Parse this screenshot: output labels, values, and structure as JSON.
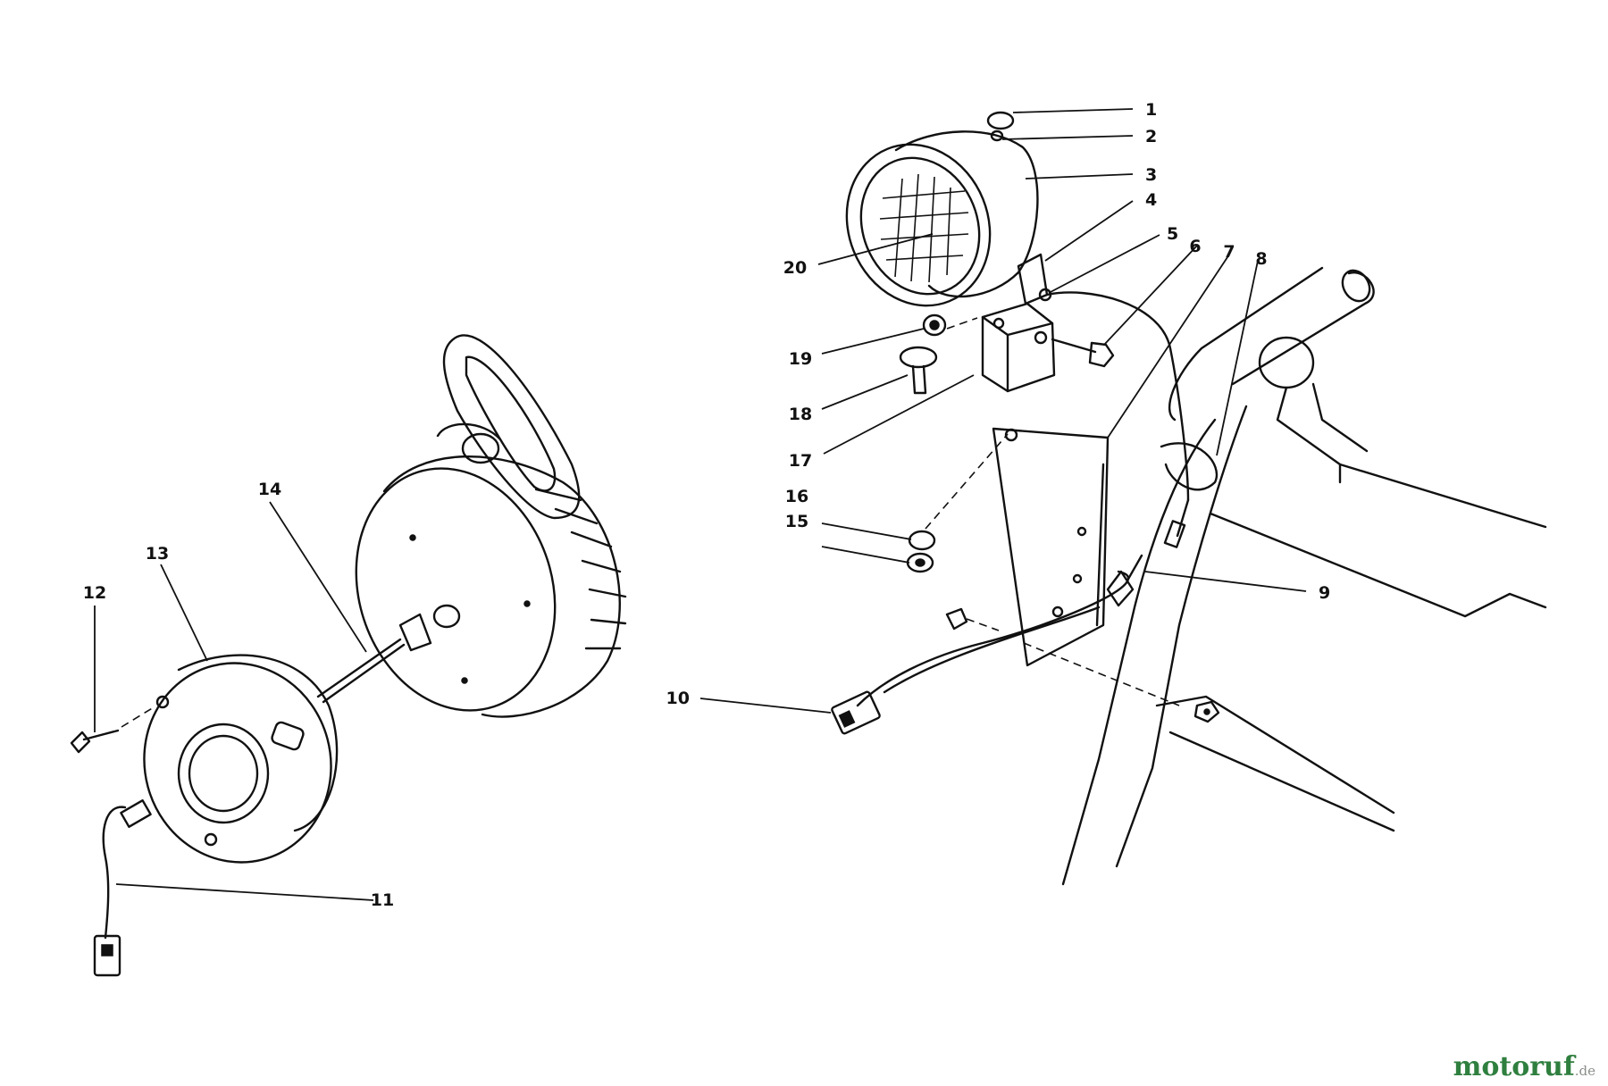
{
  "diagram": {
    "callouts": [
      "1",
      "2",
      "3",
      "4",
      "5",
      "6",
      "7",
      "8",
      "9",
      "10",
      "11",
      "12",
      "13",
      "14",
      "15",
      "16",
      "17",
      "18",
      "19",
      "20"
    ]
  },
  "branding": {
    "watermark_main": "motoruf",
    "watermark_tld": ".de"
  },
  "colors": {
    "line": "#111111",
    "background": "#ffffff",
    "watermark": "#2f7f3f"
  }
}
